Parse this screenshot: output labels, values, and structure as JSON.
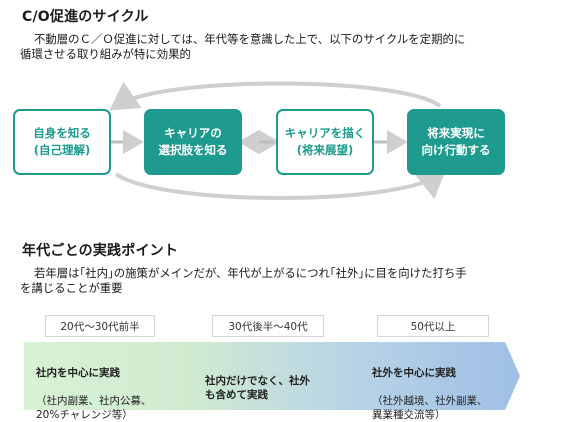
{
  "section1": {
    "title": "C/O促進のサイクル",
    "description": "不動層のＣ／Ｏ促進に対しては、年代等を意識した上で、以下のサイクルを定期的に\n循環させる取り組みが特に効果的",
    "steps": [
      {
        "label": "自身を知る\n(自己理解)",
        "style": "outline"
      },
      {
        "label": "キャリアの\n選択肢を知る",
        "style": "filled"
      },
      {
        "label": "キャリアを描く\n(将来展望)",
        "style": "outline"
      },
      {
        "label": "将来実現に\n向け行動する",
        "style": "filled"
      }
    ]
  },
  "section2": {
    "title": "年代ごとの実践ポイント",
    "description": "若年層は｢社内｣の施策がメインだが、年代が上がるにつれ｢社外｣に目を向けた打ち手\nを講じることが重要",
    "age_groups": [
      "20代〜30代前半",
      "30代後半〜40代",
      "50代以上"
    ],
    "stages": [
      {
        "title": "社内を中心に実践",
        "detail": "（社内副業、社内公募、\n20%チャレンジ等）"
      },
      {
        "title": "社内だけでなく、社外\nも含めて実践",
        "detail": ""
      },
      {
        "title": "社外を中心に実践",
        "detail": "（社外越境、社外副業、\n異業種交流等）"
      }
    ]
  },
  "colors": {
    "teal": "#1e9a8e",
    "gray_arrow": "#cfcfcf",
    "gradient_start": "#d9f2d6",
    "gradient_end": "#9fbfe6"
  }
}
